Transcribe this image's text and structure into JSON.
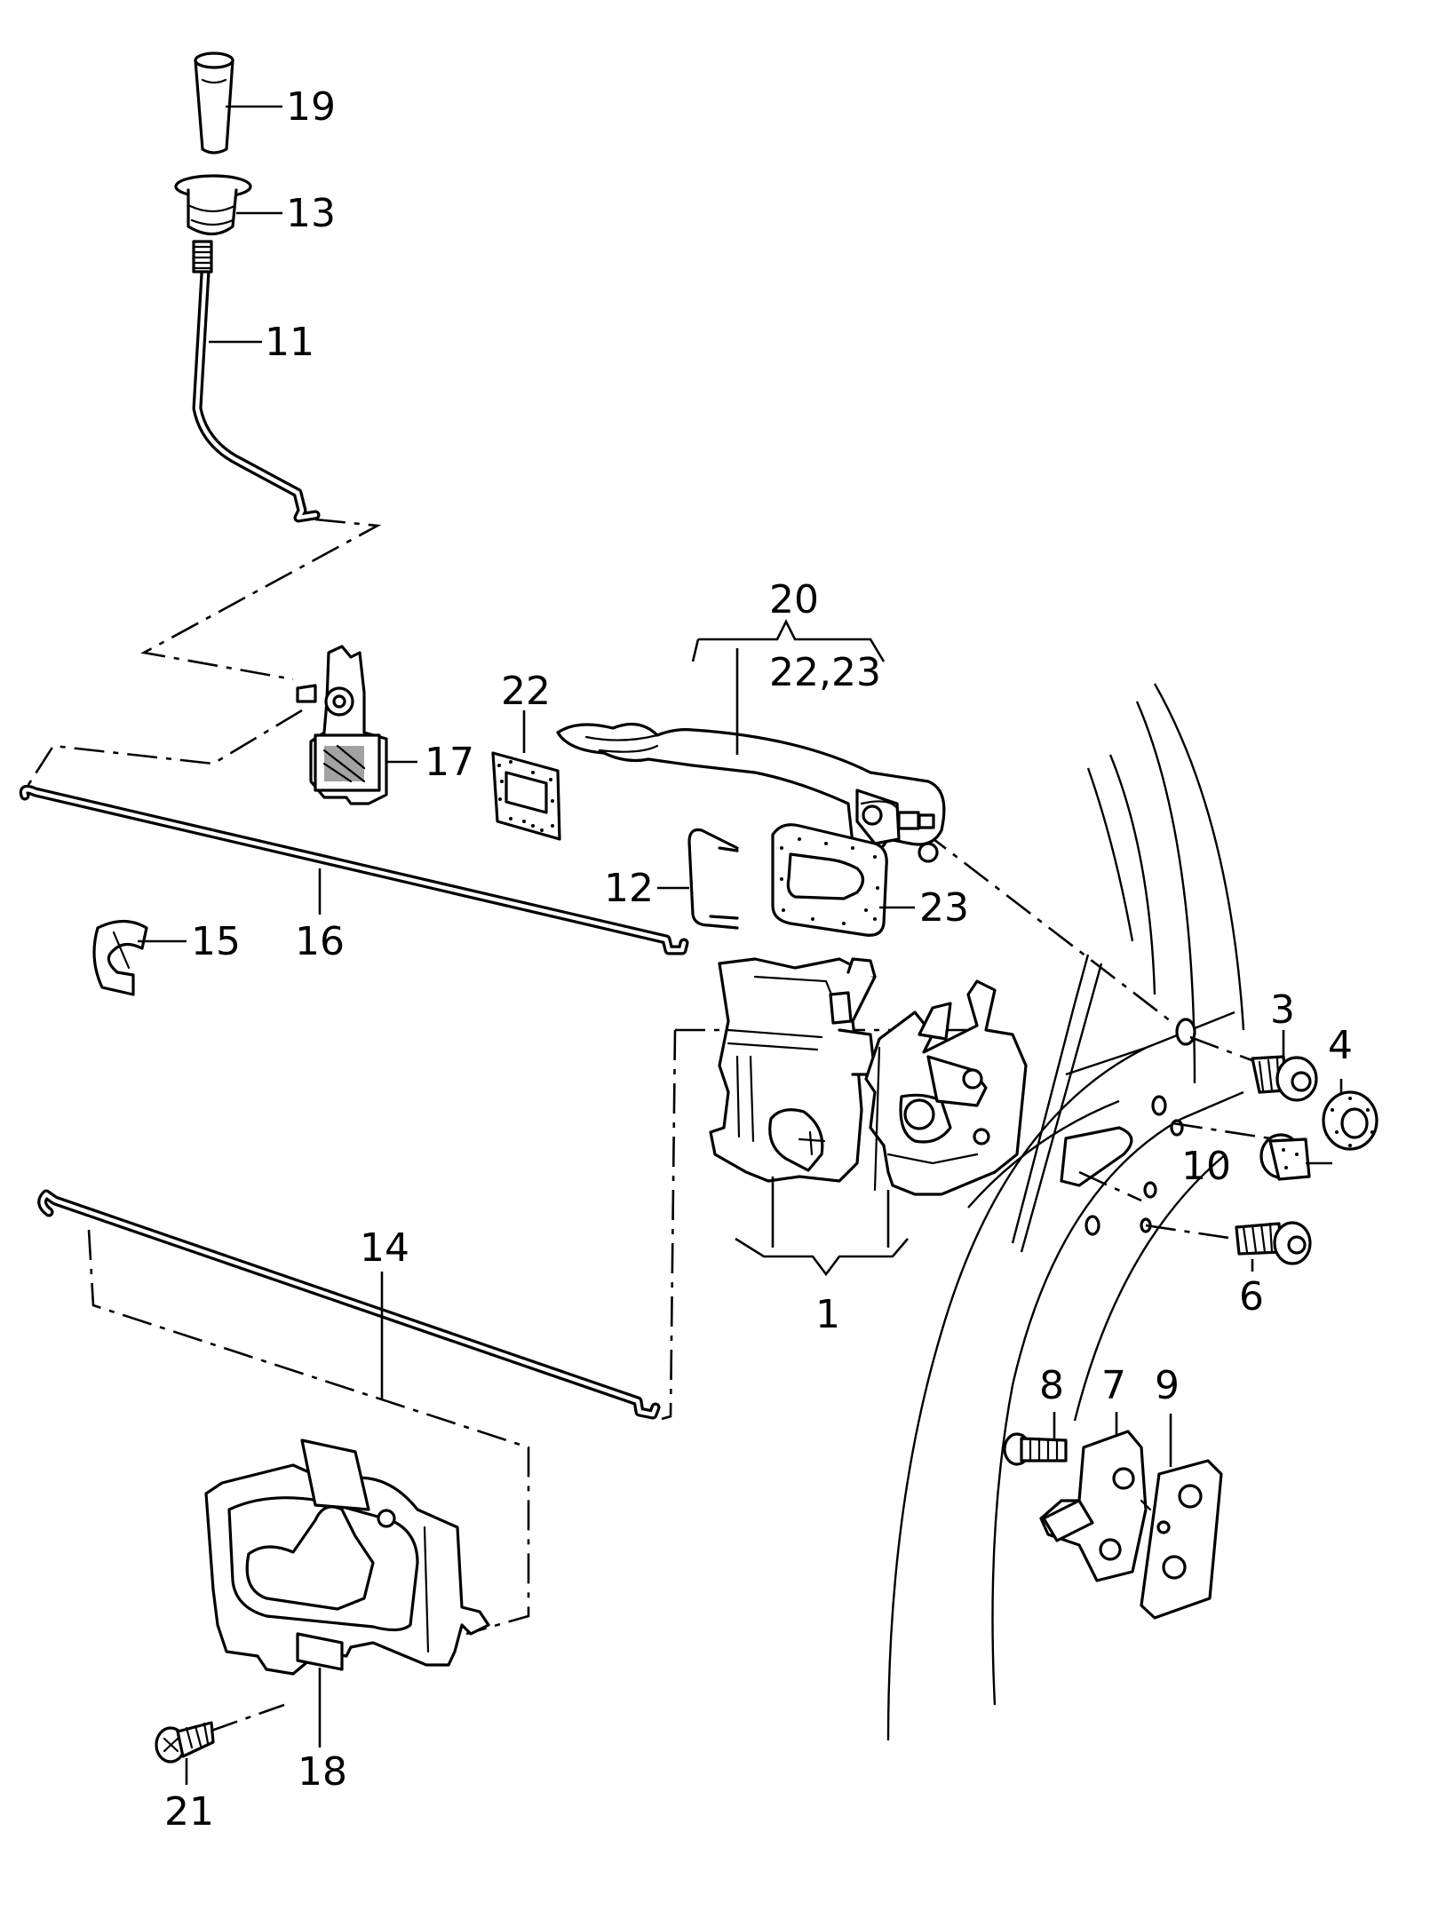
{
  "callouts": {
    "p1": "1",
    "p3": "3",
    "p4": "4",
    "p6": "6",
    "p7": "7",
    "p8": "8",
    "p9": "9",
    "p10": "10",
    "p11": "11",
    "p12": "12",
    "p13": "13",
    "p14": "14",
    "p15": "15",
    "p16": "16",
    "p17": "17",
    "p18": "18",
    "p19": "19",
    "p20": "20",
    "p20_sub": "22,23",
    "p21": "21",
    "p22": "22",
    "p23": "23"
  },
  "colors": {
    "line": "#000000",
    "background": "#ffffff"
  }
}
